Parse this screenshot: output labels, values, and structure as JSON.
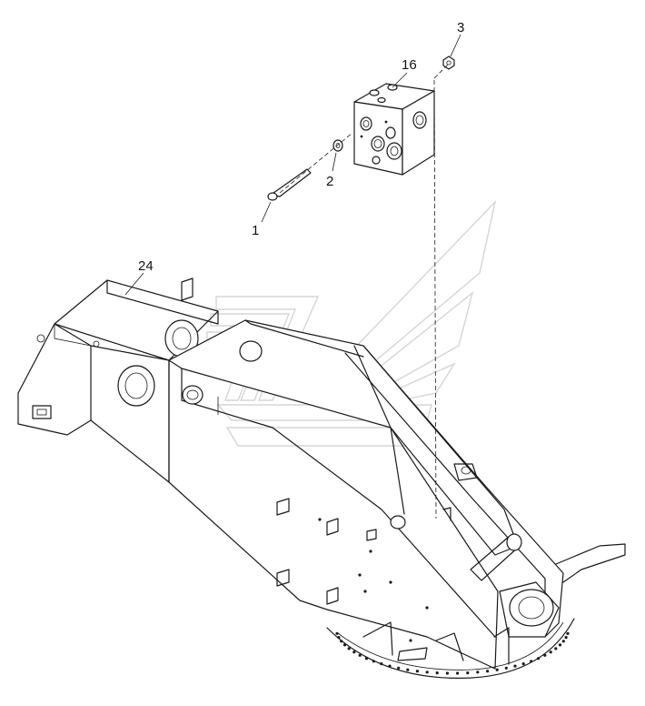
{
  "callouts": {
    "c1": "1",
    "c2": "2",
    "c3": "3",
    "c16": "16",
    "c24": "24"
  },
  "colors": {
    "line": "#1a1a1a",
    "watermark": "#d5d5d5",
    "background": "#ffffff"
  }
}
